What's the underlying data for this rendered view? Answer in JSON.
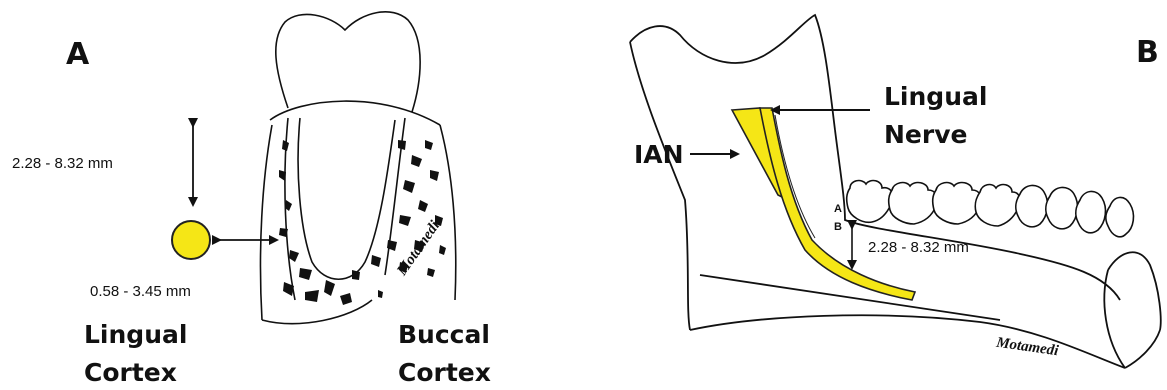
{
  "panel_a": {
    "label": "A",
    "vertical_measure": "2.28 - 8.32 mm",
    "horizontal_measure": "0.58 - 3.45 mm",
    "lingual_cortex": [
      "Lingual",
      "Cortex"
    ],
    "buccal_cortex": [
      "Buccal",
      "Cortex"
    ],
    "signature": "Motamedi"
  },
  "panel_b": {
    "label": "B",
    "ian_label": "IAN",
    "lingual_nerve": [
      "Lingual",
      "Nerve"
    ],
    "point_a": "A",
    "point_b": "B",
    "vertical_measure": "2.28 - 8.32 mm",
    "signature": "Motamedi"
  },
  "colors": {
    "nerve": "#f5e616",
    "nerve_outline": "#222222",
    "line": "#111111"
  }
}
